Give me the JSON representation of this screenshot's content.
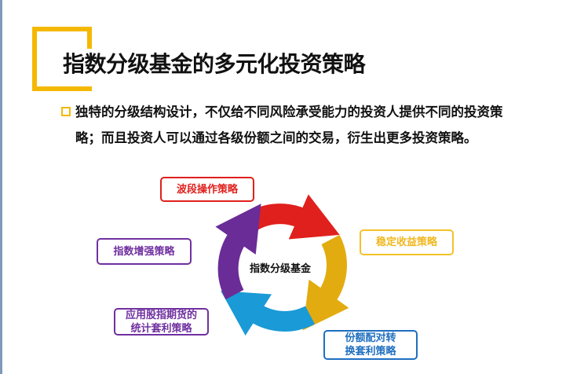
{
  "title": "指数分级基金的多元化投资策略",
  "bullet_text": "独特的分级结构设计，不仅给不同风险承受能力的投资人提供不同的投资策略；而且投资人可以通过各级份额之间的交易，衍生出更多投资策略。",
  "diagram": {
    "center": "指数分级基金",
    "nodes": [
      {
        "label": "波段操作策略",
        "color": "#e0201c"
      },
      {
        "label": "稳定收益策略",
        "color": "#f5c12a"
      },
      {
        "label": "份额配对转换套利策略",
        "color": "#1f6fc0"
      },
      {
        "label": "应用股指期货的统计套利策略",
        "color": "#7030a0"
      },
      {
        "label": "指数增强策略",
        "color": "#7030a0"
      }
    ]
  }
}
